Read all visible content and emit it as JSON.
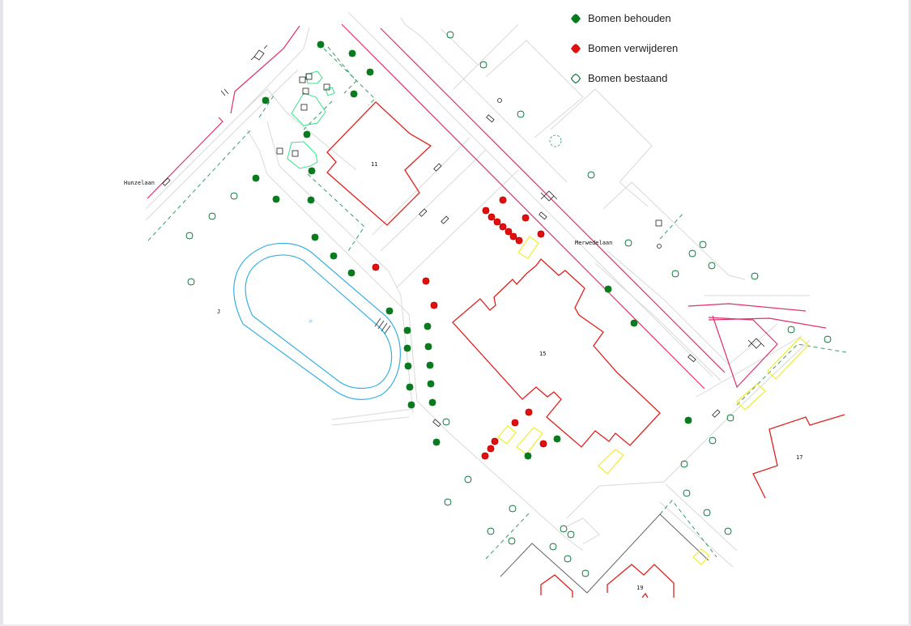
{
  "legend": {
    "items": [
      {
        "label": "Bomen behouden",
        "icon": "tree-keep-icon",
        "color": "#0a7a1e"
      },
      {
        "label": "Bomen verwijderen",
        "icon": "tree-remove-icon",
        "color": "#e01010"
      },
      {
        "label": "Bomen bestaand",
        "icon": "tree-existing-icon",
        "color": "#1a7a45"
      }
    ]
  },
  "map": {
    "street_labels": [
      "Hunzelaan",
      "Merwedelaan"
    ],
    "building_labels": [
      "11",
      "15",
      "17",
      "19"
    ],
    "colors": {
      "property_line": "#e0306a",
      "building": "#e02020",
      "road_edge": "#d8d8d8",
      "dashed_boundary": "#3a9a6a",
      "pond": "#3aaee0",
      "shrub": "#3ae08a",
      "parking": "#f0f040",
      "fence": "#555555"
    }
  }
}
